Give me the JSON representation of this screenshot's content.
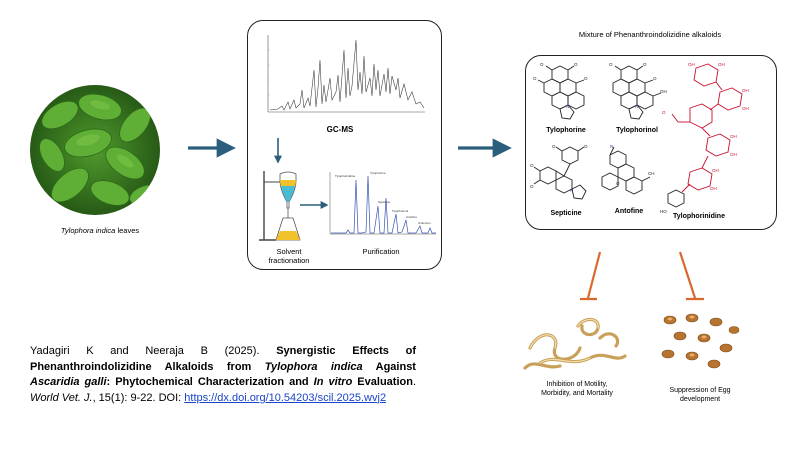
{
  "leaf": {
    "species": "Tylophora indica",
    "suffix": " leaves"
  },
  "process": {
    "gcms_label": "GC-MS",
    "solvent_label": "Solvent fractionation",
    "purification_label": "Purification"
  },
  "mixture": {
    "title": "Mixture of Phenanthroindolizidine alkaloids",
    "compounds": [
      "Tylophorine",
      "Tylophorinol",
      "Septicine",
      "Antofine",
      "Tylophorinidine"
    ]
  },
  "effects": {
    "motility": "Inhibition of Motility, Morbidity, and Mortality",
    "egg": "Suppression of Egg development"
  },
  "citation": {
    "authors": "Yadagiri K and Neeraja B (2025). ",
    "title_a": "Synergistic Effects of Phenanthroindolizidine Alkaloids from ",
    "title_species": "Tylophora indica",
    "title_b": " Against ",
    "title_parasite": "Ascaridia galli",
    "title_c": ": Phytochemical Characterization and ",
    "title_invitro": "In vitro",
    "title_d": " Evaluation",
    "after_title": ". ",
    "journal": "World Vet. J.",
    "volume": ", 15(1): 9-22. DOI: ",
    "doi": "https://dx.doi.org/10.54203/scil.2025.wvj2"
  },
  "colors": {
    "arrow": "#2b5d7c",
    "inhibitor": "#d9692c",
    "structure_black": "#222222",
    "structure_red": "#c8102e",
    "doi_link": "#1a44c8"
  }
}
